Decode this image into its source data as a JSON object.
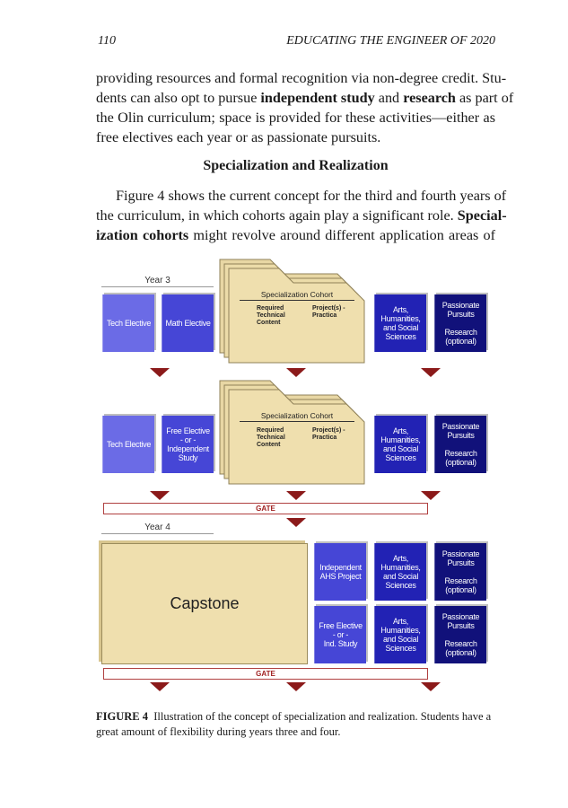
{
  "header": {
    "page_number": "110",
    "running_title": "EDUCATING THE ENGINEER OF 2020"
  },
  "para1": [
    [
      {
        "t": "providing resources and formal recognition via non-degree credit. Stu-"
      }
    ],
    [
      {
        "t": "dents can also opt to pursue "
      },
      {
        "t": "independent study",
        "b": true
      },
      {
        "t": " and "
      },
      {
        "t": "research",
        "b": true
      },
      {
        "t": " as part of"
      }
    ],
    [
      {
        "t": "the Olin curriculum; space is provided for these activities—either as"
      }
    ],
    [
      {
        "t": "free electives each year or as passionate pursuits."
      }
    ]
  ],
  "heading": "Specialization and Realization",
  "para2": [
    [
      {
        "t": "Figure 4 shows the current concept for the third and fourth years of"
      }
    ],
    [
      {
        "t": "the curriculum, in which cohorts again play a significant role. "
      },
      {
        "t": "Special-",
        "b": true
      }
    ],
    [
      {
        "t": "ization cohorts",
        "b": true
      },
      {
        "t": " might revolve around different application areas of"
      }
    ]
  ],
  "figure": {
    "year3": "Year 3",
    "year4": "Year 4",
    "row1": {
      "tech": "Tech Elective",
      "math": "Math Elective"
    },
    "row2": {
      "tech": "Tech Elective",
      "free": "Free Elective\n- or -\nIndependent\nStudy"
    },
    "cohort": {
      "title": "Specialization Cohort",
      "required": "Required\nTechnical\nContent",
      "projects": "Project(s) -\nPractica"
    },
    "arts": "Arts,\nHumanities,\nand Social\nSciences",
    "passionate": "Passionate\nPursuits\n\nResearch\n(optional)",
    "gate": "GATE",
    "capstone": "Capstone",
    "ahs_project": "Independent\nAHS Project",
    "free_ind": "Free Elective\n- or -\nInd. Study",
    "colors": {
      "light": "#6b6be6",
      "mid": "#4646d6",
      "dark": "#2222b4",
      "navy": "#11117a",
      "folder": "#efdfae",
      "arrow": "#8b1a1a"
    }
  },
  "caption": {
    "label": "FIGURE 4",
    "line1": "  Illustration of the concept of specialization and realization. Students have a",
    "line2": "great amount of flexibility during years three and four."
  }
}
